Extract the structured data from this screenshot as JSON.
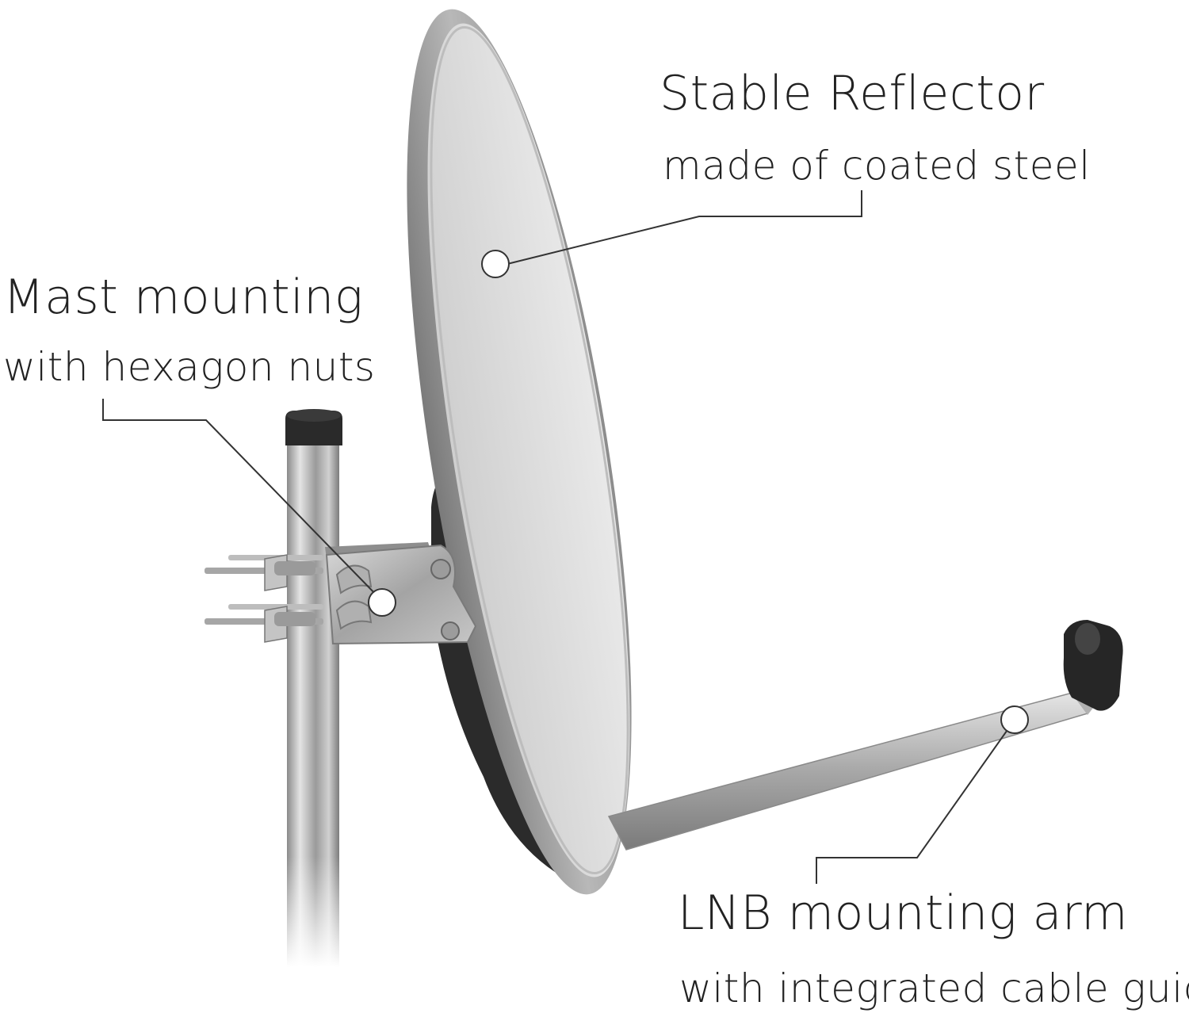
{
  "callouts": {
    "reflector": {
      "title": "Stable Reflector",
      "subtitle": "made of coated steel"
    },
    "mast": {
      "title": "Mast mounting",
      "subtitle": "with hexagon nuts"
    },
    "arm": {
      "title": "LNB mounting arm",
      "subtitle": "with integrated cable guide"
    }
  },
  "colors": {
    "text": "#222222",
    "dish": "#9a9a9a",
    "dish_face": "#d9d9d9",
    "bracket": "#2b2b2b",
    "metal": "#b5b5b5",
    "leader": "#333333"
  }
}
